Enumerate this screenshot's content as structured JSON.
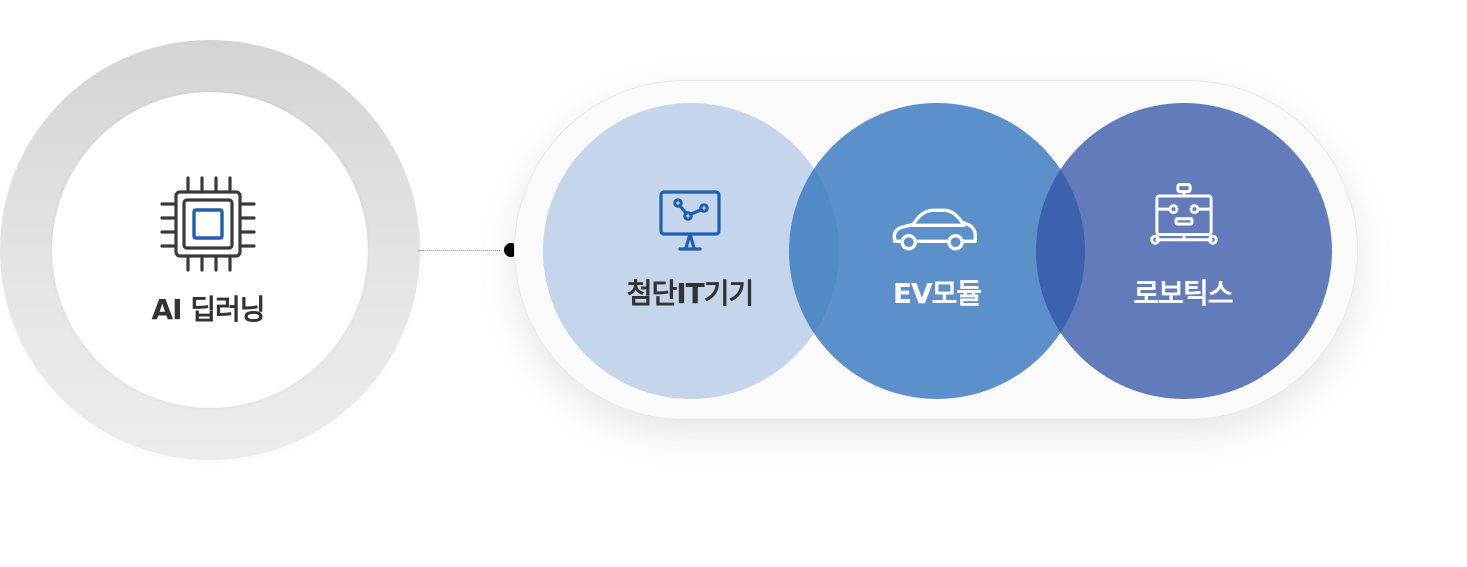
{
  "center": {
    "label": "AI 딥러닝",
    "icon": "chip-icon"
  },
  "nodes": [
    {
      "label": "첨단IT기기",
      "icon": "monitor-network-icon"
    },
    {
      "label": "EV모듈",
      "icon": "car-icon"
    },
    {
      "label": "로보틱스",
      "icon": "robot-icon"
    }
  ],
  "colors": {
    "node1": "#b5cbe8",
    "node2": "#3979c0",
    "node3": "#3253a5",
    "icon_blue": "#1f5fae",
    "dark": "#333333"
  }
}
